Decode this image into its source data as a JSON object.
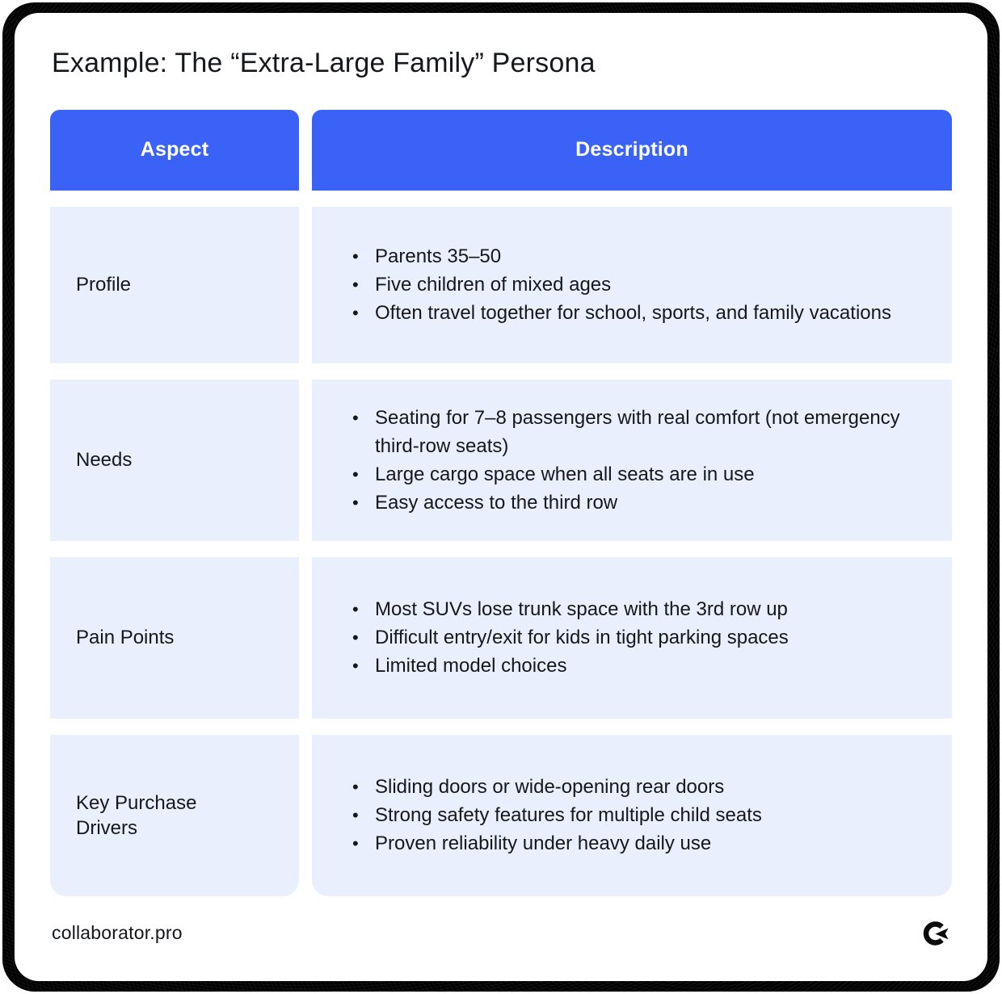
{
  "page": {
    "title": "Example: The “Extra-Large Family” Persona"
  },
  "colors": {
    "header_bg": "#3B62F6",
    "row_bg": "#E9EFFC",
    "header_text": "#FFFFFF",
    "body_text": "#15171A",
    "frame": "#000000"
  },
  "table": {
    "bullet_char": "•",
    "headers": [
      "Aspect",
      "Description"
    ],
    "rows": [
      {
        "aspect": "Profile",
        "bullets": [
          "Parents 35–50",
          "Five children of mixed ages",
          "Often travel together for school, sports, and family vacations"
        ]
      },
      {
        "aspect": "Needs",
        "bullets": [
          "Seating for 7–8 passengers with real comfort (not emergency third-row seats)",
          "Large cargo space when all seats are in use",
          "Easy access to the third row"
        ]
      },
      {
        "aspect": "Pain Points",
        "bullets": [
          "Most SUVs lose trunk space with the 3rd row up",
          "Difficult entry/exit for kids in tight parking spaces",
          "Limited model choices"
        ]
      },
      {
        "aspect": "Key Purchase Drivers",
        "bullets": [
          "Sliding doors or wide-opening rear doors",
          "Strong safety features for multiple child seats",
          "Proven reliability under heavy daily use"
        ]
      }
    ]
  },
  "footer": {
    "site": "collaborator.pro",
    "logo_icon": "collaborator-logo-icon"
  }
}
